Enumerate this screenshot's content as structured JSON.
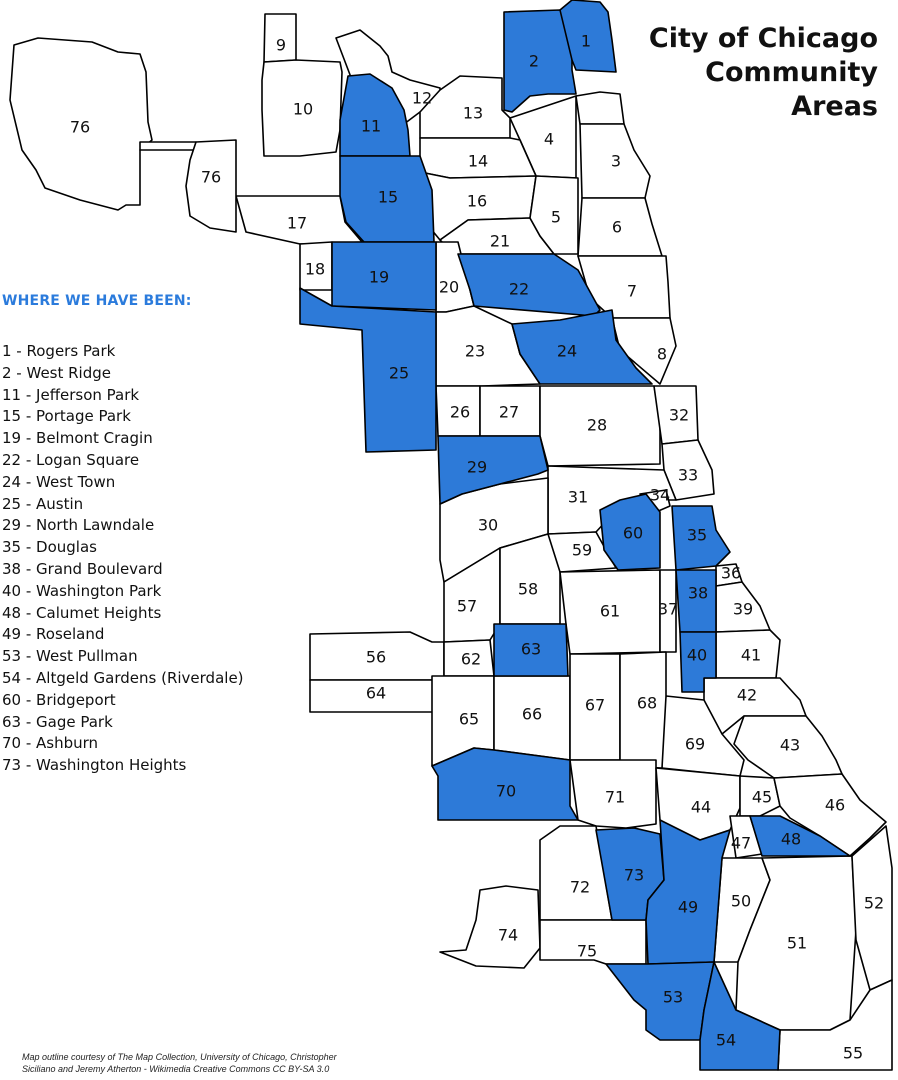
{
  "title_lines": [
    "City of Chicago",
    "Community",
    "Areas"
  ],
  "legend": {
    "heading": "WHERE WE HAVE BEEN:",
    "items": [
      "1 - Rogers Park",
      "2 - West Ridge",
      "11 - Jefferson Park",
      "15 - Portage Park",
      "19 - Belmont Cragin",
      "22 - Logan Square",
      "24 - West Town",
      "25 - Austin",
      "29 - North Lawndale",
      "35 - Douglas",
      "38 - Grand Boulevard",
      "40 - Washington Park",
      "48 - Calumet Heights",
      "49 - Roseland",
      "53 - West Pullman",
      "54 - Altgeld Gardens (Riverdale)",
      "60 - Bridgeport",
      "63 - Gage Park",
      "70 - Ashburn",
      "73 - Washington Heights"
    ]
  },
  "credit_lines": [
    "Map outline courtesy of The Map Collection, University of Chicago, Christopher",
    "Siciliano and Jeremy Atherton - Wikimedia Creative Commons CC BY-SA 3.0"
  ],
  "colors": {
    "visited": "#2d7ad8",
    "unvisited": "#ffffff",
    "border": "#000000",
    "heading": "#2b7bdc"
  },
  "visited_areas": [
    "1",
    "2",
    "11",
    "15",
    "19",
    "22",
    "24",
    "25",
    "29",
    "35",
    "38",
    "40",
    "48",
    "49",
    "53",
    "54",
    "60",
    "63",
    "70",
    "73"
  ],
  "area_labels": [
    "1",
    "2",
    "3",
    "4",
    "5",
    "6",
    "7",
    "8",
    "9",
    "10",
    "11",
    "12",
    "13",
    "14",
    "15",
    "16",
    "17",
    "18",
    "19",
    "20",
    "21",
    "22",
    "23",
    "24",
    "25",
    "26",
    "27",
    "28",
    "29",
    "30",
    "31",
    "32",
    "33",
    "34",
    "35",
    "36",
    "37",
    "38",
    "39",
    "40",
    "41",
    "42",
    "43",
    "44",
    "45",
    "46",
    "47",
    "48",
    "49",
    "50",
    "51",
    "52",
    "53",
    "54",
    "55",
    "56",
    "57",
    "58",
    "59",
    "60",
    "61",
    "62",
    "63",
    "64",
    "65",
    "66",
    "67",
    "68",
    "69",
    "70",
    "71",
    "72",
    "73",
    "74",
    "75",
    "76",
    "76"
  ]
}
